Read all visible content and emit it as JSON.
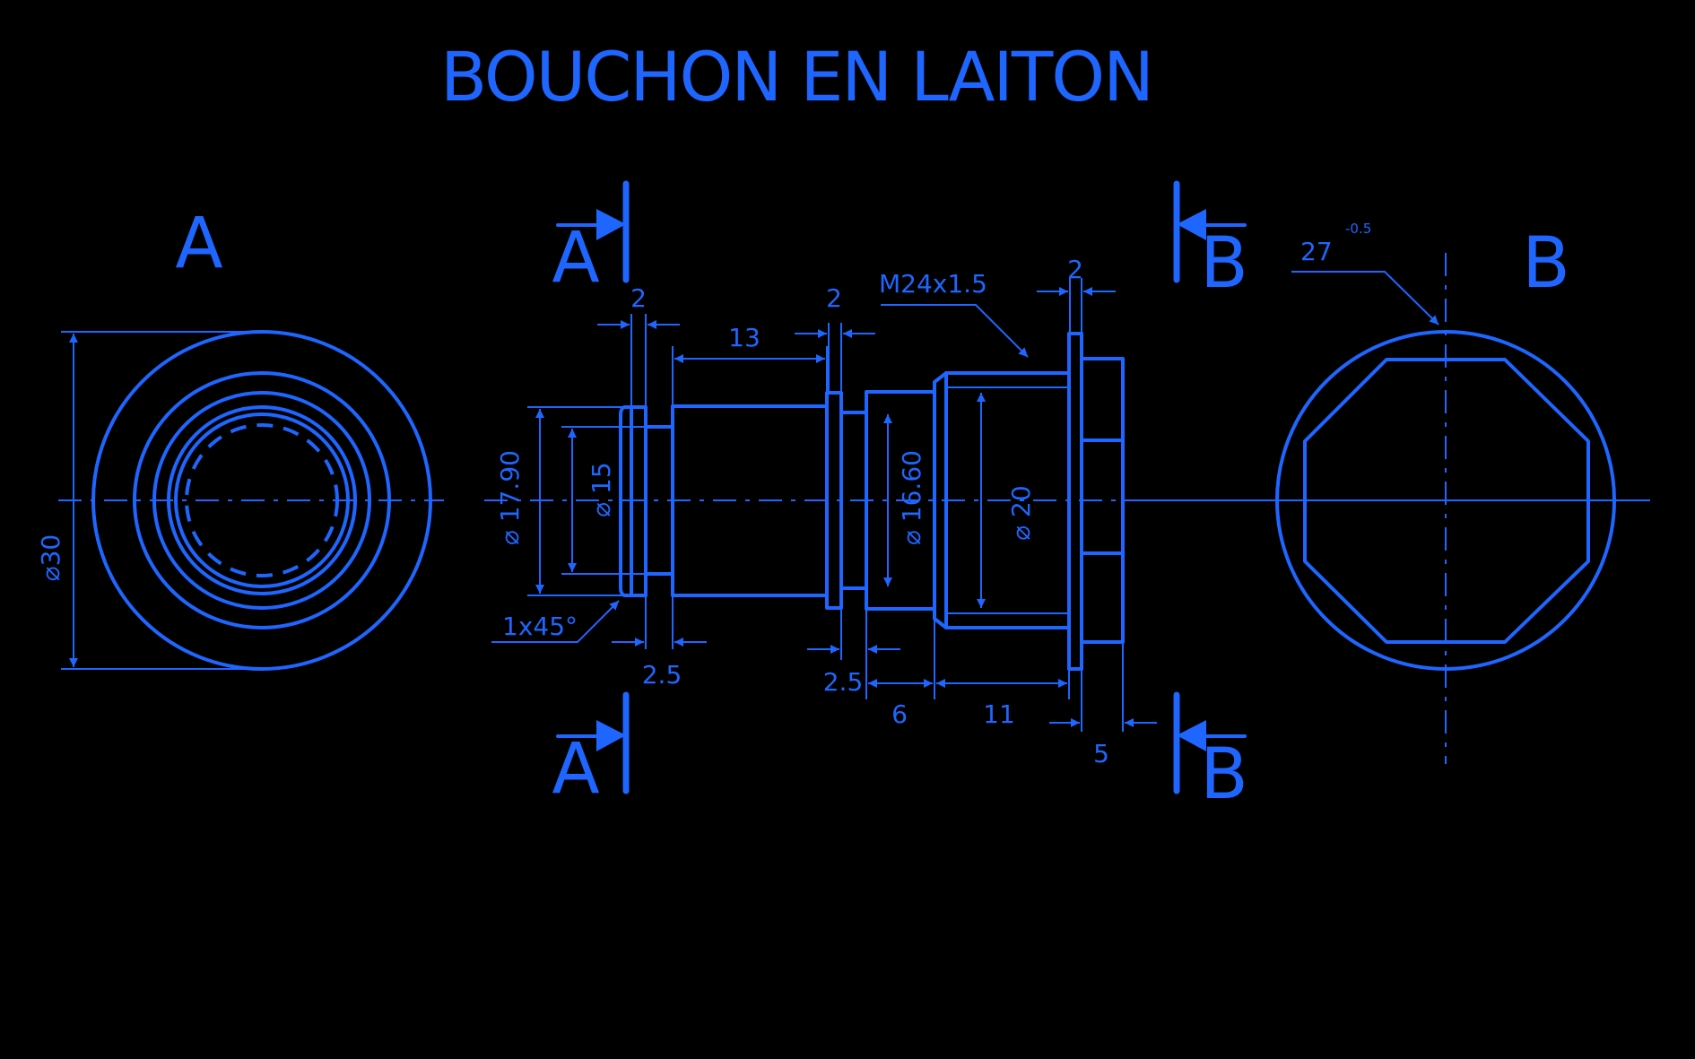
{
  "title": "BOUCHON EN LAITON",
  "views": {
    "left": "A",
    "right": "B"
  },
  "section_markers": {
    "a": "A",
    "b": "B"
  },
  "dimensions": {
    "d30": "30",
    "d17_90": "17.90",
    "d15": "15",
    "d16_60": "16.60",
    "d20": "20",
    "w2_a": "2",
    "w13": "13",
    "w2_b": "2",
    "w2_c": "2",
    "w2_5_a": "2.5",
    "w2_5_b": "2.5",
    "w6": "6",
    "w11": "11",
    "w5": "5",
    "thread": "M24x1.5",
    "chamfer": "1x45°",
    "flats": "27",
    "flats_tol": "-0.5"
  },
  "colors": {
    "line": "#1e66ff",
    "background": "#000000"
  }
}
